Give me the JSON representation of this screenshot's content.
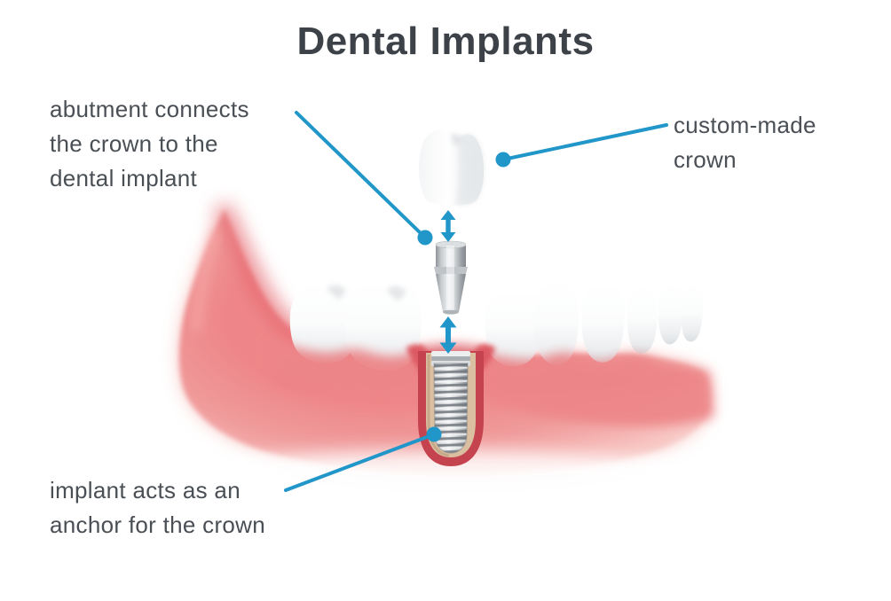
{
  "title": "Dental Implants",
  "labels": {
    "abutment": "abutment connects\nthe crown to the\ndental implant",
    "crown": "custom-made\ncrown",
    "implant": "implant acts as an\nanchor for the crown"
  },
  "colors": {
    "accent_blue": "#2196c9",
    "title_text": "#3d4248",
    "label_text": "#4a4f55",
    "gum_pink": "#ee8689",
    "gum_ridge_dark": "#e25b66",
    "socket_red": "#c5434e",
    "bone_tan": "#dabfa0",
    "tooth_white": "#ffffff",
    "metal_gray": "#c7cbce"
  }
}
